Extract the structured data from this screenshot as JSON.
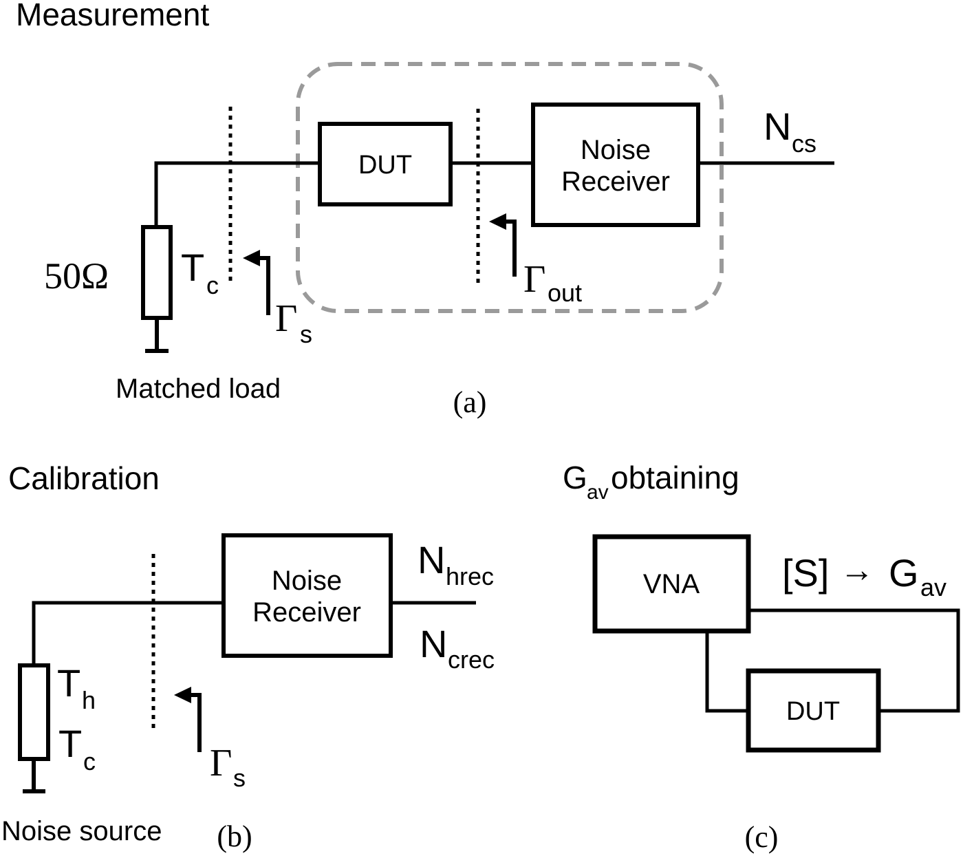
{
  "colors": {
    "ink": "#000000",
    "dashed_outline": "#9a9a9a",
    "background": "#ffffff"
  },
  "a": {
    "title": "Measurement",
    "load_value": "50Ω",
    "load_caption": "Matched load",
    "temp_sym": "T",
    "temp_sub": "c",
    "gamma_sym": "Γ",
    "gamma_sub": "s",
    "dut_label": "DUT",
    "gamma_out_sym": "Γ",
    "gamma_out_sub": "out",
    "receiver_line1": "Noise",
    "receiver_line2": "Receiver",
    "output_sym": "N",
    "output_sub": "cs",
    "caption": "(a)"
  },
  "b": {
    "title": "Calibration",
    "source_caption": "Noise source",
    "temp_hot_sym": "T",
    "temp_hot_sub": "h",
    "temp_cold_sym": "T",
    "temp_cold_sub": "c",
    "gamma_sym": "Γ",
    "gamma_sub": "s",
    "receiver_line1": "Noise",
    "receiver_line2": "Receiver",
    "output_hot_sym": "N",
    "output_hot_sub": "hrec",
    "output_cold_sym": "N",
    "output_cold_sub": "crec",
    "caption": "(b)"
  },
  "c": {
    "title_sym": "G",
    "title_sub": "av",
    "title_rest": "obtaining",
    "vna_label": "VNA",
    "dut_label": "DUT",
    "formula_s": "[S]",
    "formula_arrow": "→",
    "formula_g": "G",
    "formula_g_sub": "av",
    "caption": "(c)"
  }
}
